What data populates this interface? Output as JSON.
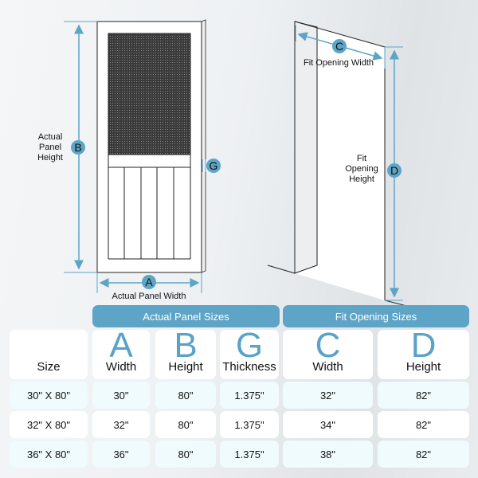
{
  "diagram": {
    "panel_width_label": "Actual Panel Width",
    "panel_height_label": [
      "Actual",
      "Panel",
      "Height"
    ],
    "opening_width_label": "Fit Opening Width",
    "opening_height_label": [
      "Fit",
      "Opening",
      "Height"
    ],
    "markers": {
      "a": "A",
      "b": "B",
      "c": "C",
      "d": "D",
      "g": "G"
    },
    "accent": "#5ea4c6"
  },
  "table": {
    "group_headers": [
      "Actual Panel Sizes",
      "Fit Opening Sizes"
    ],
    "columns": [
      {
        "label": "Size",
        "marker": ""
      },
      {
        "label": "Width",
        "marker": "A"
      },
      {
        "label": "Height",
        "marker": "B"
      },
      {
        "label": "Thickness",
        "marker": "G"
      },
      {
        "label": "Width",
        "marker": "C"
      },
      {
        "label": "Height",
        "marker": "D"
      }
    ],
    "rows": [
      [
        "30\" X 80\"",
        "30\"",
        "80\"",
        "1.375\"",
        "32\"",
        "82\""
      ],
      [
        "32\" X 80\"",
        "32\"",
        "80\"",
        "1.375\"",
        "34\"",
        "82\""
      ],
      [
        "36\" X 80\"",
        "36\"",
        "80\"",
        "1.375\"",
        "38\"",
        "82\""
      ]
    ]
  }
}
